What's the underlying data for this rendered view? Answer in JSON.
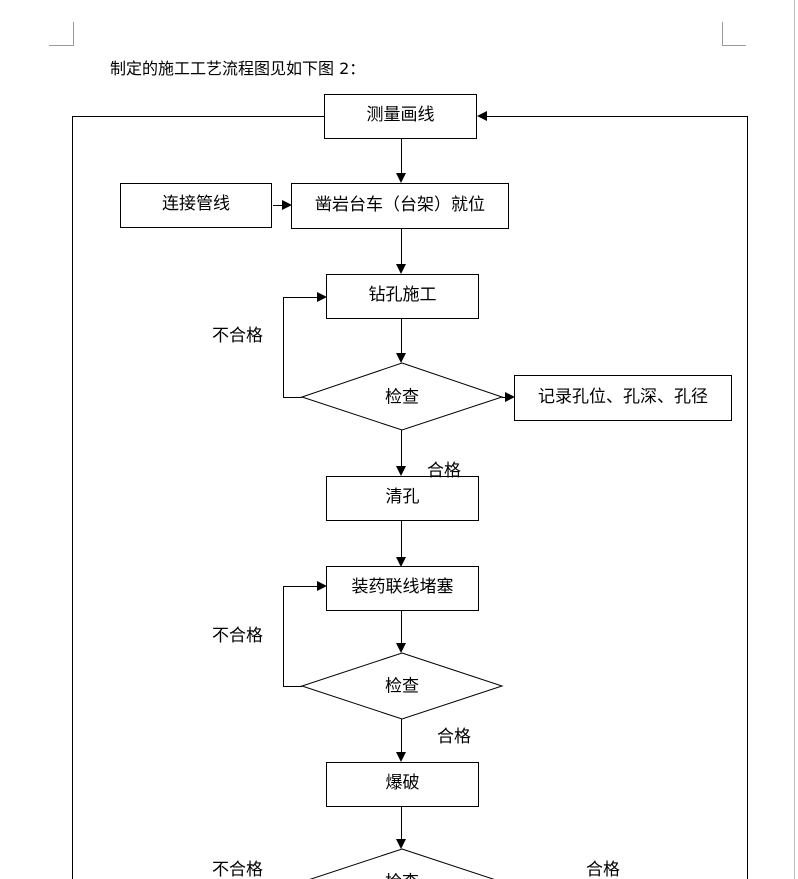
{
  "intro_text": "制定的施工工艺流程图见如下图 2：",
  "nodes": {
    "measure": "测量画线",
    "connect": "连接管线",
    "drill_rig": "凿岩台车（台架）就位",
    "drilling": "钻孔施工",
    "check1": "检查",
    "record": "记录孔位、孔深、孔径",
    "clean": "清孔",
    "charge": "装药联线堵塞",
    "check2": "检查",
    "blast": "爆破",
    "check3": "检查"
  },
  "labels": {
    "fail1": "不合格",
    "pass1": "合格",
    "fail2": "不合格",
    "pass2": "合格",
    "fail3": "不合格",
    "pass3": "合格"
  }
}
